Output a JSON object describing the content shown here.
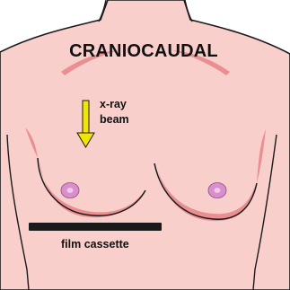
{
  "labels": {
    "title": "CRANIOCAUDAL",
    "beam_line1": "x-ray",
    "beam_line2": "beam",
    "cassette": "film cassette"
  },
  "colors": {
    "skin": "#f9cfcb",
    "shadow": "#e98f92",
    "outline": "#1a1a1a",
    "areola": "#d98fcb",
    "arrow": "#f2e600",
    "cassette": "#1a1a1a"
  },
  "icons": {
    "beam_arrow": "arrow-down-icon"
  }
}
